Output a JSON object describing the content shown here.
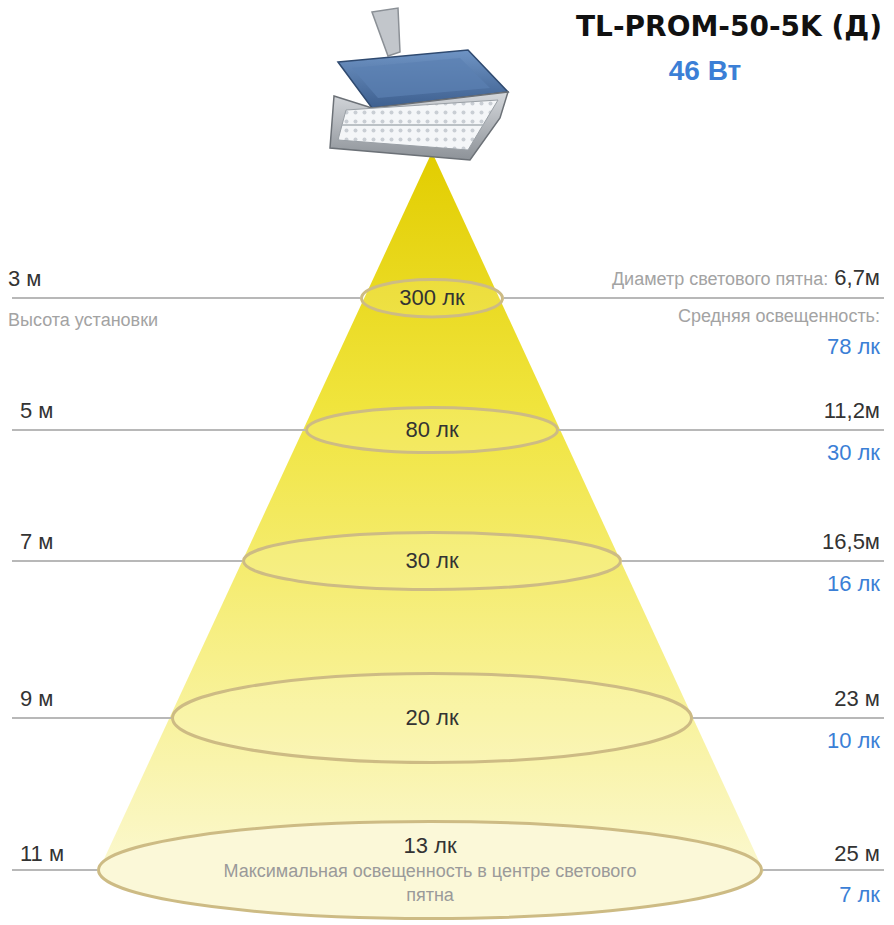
{
  "diagram": {
    "title": "TL-PROM-50-5K (Д)",
    "nodes": [
      {
        "text": [
          "300 лк"
        ]
      },
      {
        "text": [
          "80 лк"
        ]
      },
      {
        "text": [
          "30 лк"
        ]
      },
      {
        "text": [
          "20 лк"
        ]
      },
      {
        "text": [
          "13 лк",
          "Максимальная освещенность в центре светового пятна"
        ]
      }
    ],
    "labels": [
      "46 Вт",
      "3 м",
      "Высота установки",
      "Диаметр светового пятна:",
      "6,7м",
      "Средняя освещенность:",
      "78 лк",
      "5 м",
      "11,2м",
      "30 лк",
      "7 м",
      "16,5м",
      "16 лк",
      "9 м",
      "23 м",
      "10 лк",
      "11 м",
      "25 м",
      "7 лк"
    ]
  }
}
